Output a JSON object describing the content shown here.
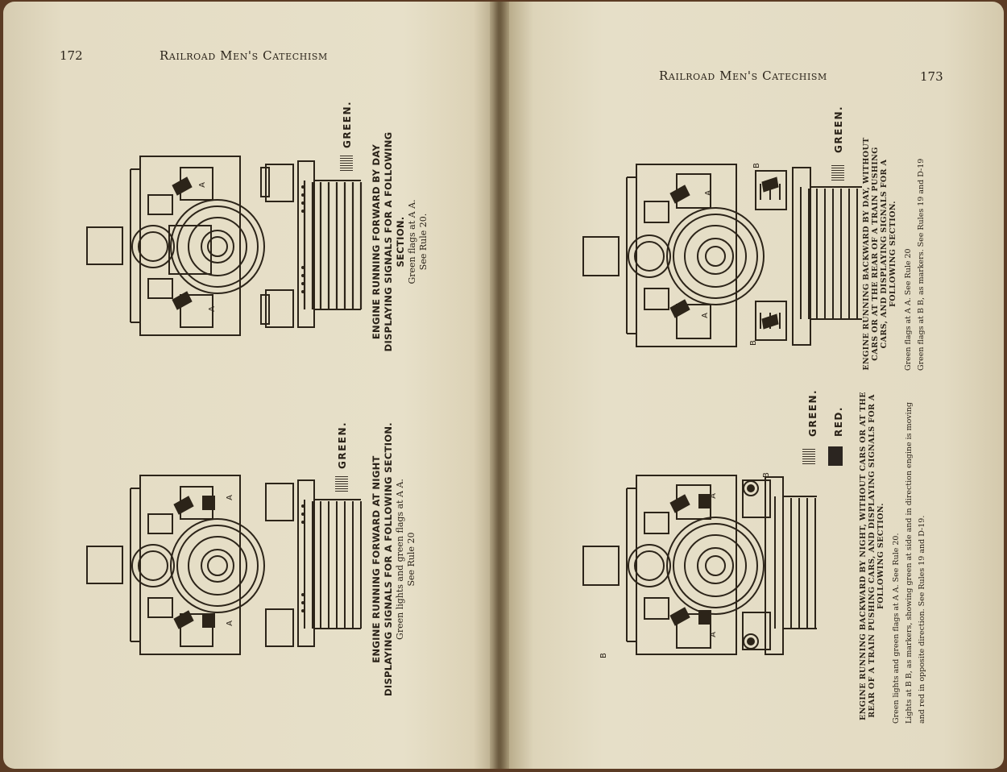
{
  "left_page": {
    "page_number": "172",
    "running_head": "Railroad Men's Catechism",
    "figures": [
      {
        "title": "ENGINE RUNNING FORWARD BY DAY DISPLAYING SIGNALS FOR A FOLLOWING SECTION.",
        "note_1": "Green flags at A A.",
        "note_2": "See Rule 20.",
        "legend_green": "GREEN.",
        "marker_a": "A"
      },
      {
        "title": "ENGINE RUNNING FORWARD AT NIGHT DISPLAYING SIGNALS FOR A FOLLOWING SECTION.",
        "note_1": "Green lights and green flags at A A.",
        "note_2": "See Rule 20",
        "legend_green": "GREEN.",
        "marker_a": "A"
      }
    ]
  },
  "right_page": {
    "page_number": "173",
    "running_head": "Railroad Men's Catechism",
    "figures": [
      {
        "title": "ENGINE RUNNING BACKWARD BY DAY, WITHOUT CARS OR AT THE REAR OF A TRAIN PUSHING CARS, AND DISPLAYING SIGNALS FOR A FOLLOWING SECTION.",
        "note_1": "Green flags at A A.    See Rule 20",
        "note_2": "Green flags at B B, as markers.    See Rules 19 and D-19",
        "legend_green": "GREEN.",
        "marker_a": "A",
        "marker_b": "B"
      },
      {
        "title": "ENGINE RUNNING BACKWARD BY NIGHT, WITHOUT CARS OR AT THE REAR OF A TRAIN PUSHING CARS, AND DISPLAYING SIGNALS FOR A FOLLOWING SECTION.",
        "note_1": "Green lights and green flags at A A.    See Rule 20.",
        "note_2": "Lights at B B, as markers, showing green at side and in direction engine is moving",
        "note_3": "and red in opposite direction.    See Rules 19 and D-19.",
        "legend_green": "GREEN.",
        "legend_red": "RED.",
        "marker_a": "A",
        "marker_b": "B"
      }
    ]
  }
}
